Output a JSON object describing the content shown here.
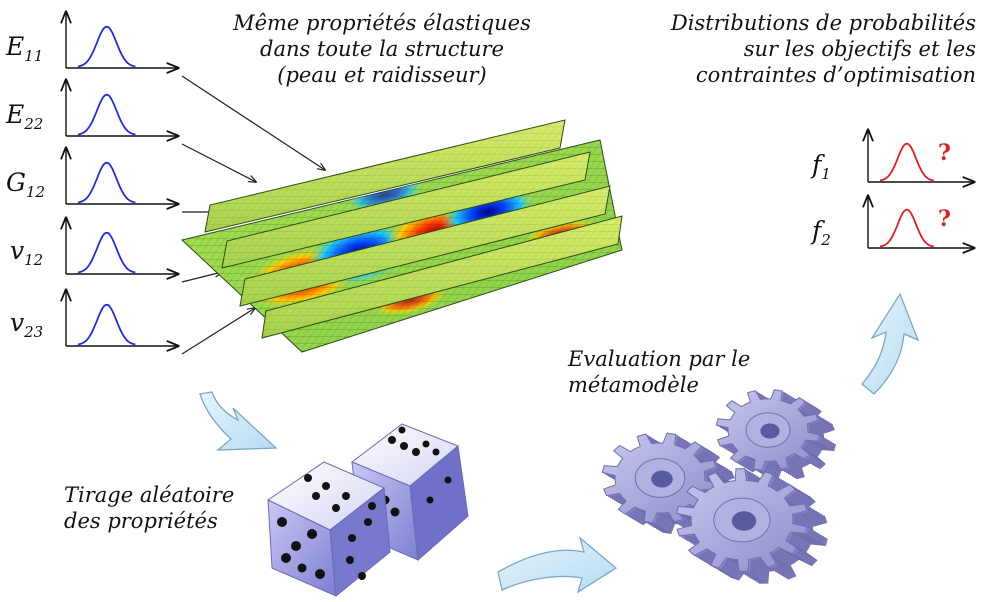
{
  "colors": {
    "input_curve": "#1f2fe0",
    "output_curve": "#e02020",
    "question_mark": "#e02020",
    "flow_arrow": "#c9e6f6",
    "flow_arrow_border": "#7aa9c8",
    "dice_face": "#c6c6f2",
    "gear": "#a7a7da"
  },
  "inputs": [
    {
      "symbol": "E",
      "sub": "11"
    },
    {
      "symbol": "E",
      "sub": "22"
    },
    {
      "symbol": "G",
      "sub": "12"
    },
    {
      "symbol": "v",
      "sub": "12"
    },
    {
      "symbol": "v",
      "sub": "23"
    }
  ],
  "outputs": [
    {
      "symbol": "f",
      "sub": "1",
      "mark": "?"
    },
    {
      "symbol": "f",
      "sub": "2",
      "mark": "?"
    }
  ],
  "labels": {
    "structure_l1": "Même propriétés élastiques",
    "structure_l2": "dans toute la structure",
    "structure_l3": "(peau et raidisseur)",
    "distributions_l1": "Distributions de probabilités",
    "distributions_l2": "sur les objectifs et les",
    "distributions_l3": "contraintes d’optimisation",
    "sampling_l1": "Tirage aléatoire",
    "sampling_l2": "des propriétés",
    "evaluation_l1": "Evaluation par le",
    "evaluation_l2": "métamodèle"
  },
  "icons": {
    "panel": "stiffened-panel-mesh-icon",
    "dice": "dice-icon",
    "gears": "gears-icon"
  }
}
